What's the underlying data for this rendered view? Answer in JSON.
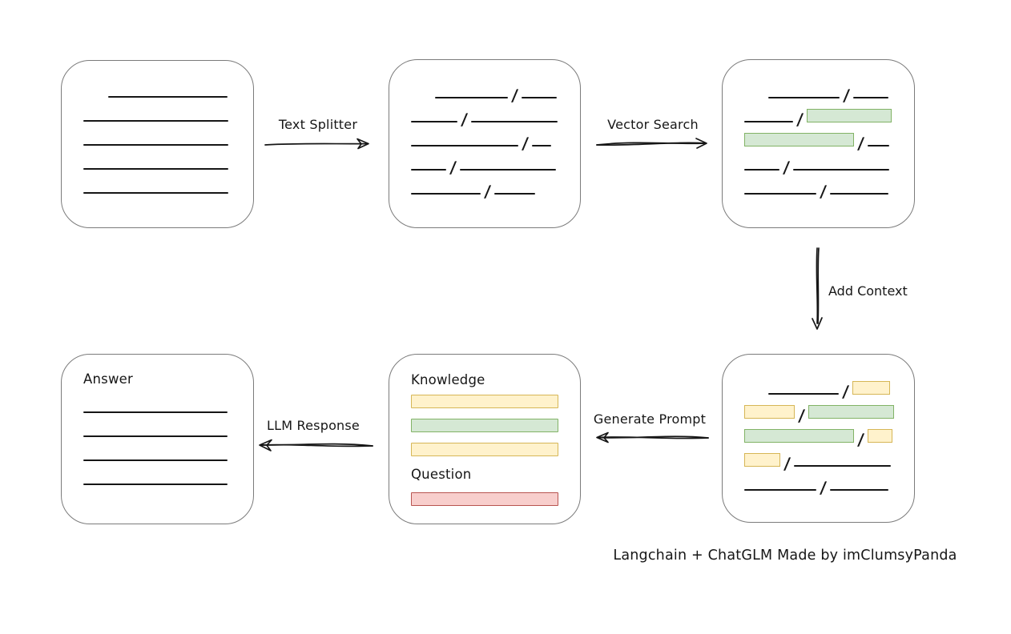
{
  "caption": "Langchain + ChatGLM Made by imClumsyPanda",
  "colors": {
    "green_fill": "#d5e8d4",
    "green_stroke": "#82b366",
    "yellow_fill": "#fff2cc",
    "yellow_stroke": "#d6b656",
    "red_fill": "#f8cecc",
    "red_stroke": "#b85450",
    "box_stroke": "#7b7b7b",
    "line": "#161616"
  },
  "arrows": {
    "text_splitter": {
      "label": "Text Splitter",
      "direction": "right"
    },
    "vector_search": {
      "label": "Vector Search",
      "direction": "right"
    },
    "add_context": {
      "label": "Add Context",
      "direction": "down"
    },
    "generate_prompt": {
      "label": "Generate Prompt",
      "direction": "left"
    },
    "llm_response": {
      "label": "LLM Response",
      "direction": "left"
    }
  },
  "boxes": {
    "document": {
      "rows": [
        {
          "segments": [
            {
              "t": "line",
              "w": 149,
              "ml": 31
            }
          ]
        },
        {
          "segments": [
            {
              "t": "line",
              "w": 181
            }
          ]
        },
        {
          "segments": [
            {
              "t": "line",
              "w": 181
            }
          ]
        },
        {
          "segments": [
            {
              "t": "line",
              "w": 181
            }
          ]
        },
        {
          "segments": [
            {
              "t": "line",
              "w": 181
            }
          ]
        }
      ]
    },
    "split_text": {
      "rows": [
        {
          "segments": [
            {
              "t": "line",
              "w": 91,
              "ml": 30
            },
            {
              "t": "line",
              "w": 44
            }
          ]
        },
        {
          "segments": [
            {
              "t": "line",
              "w": 58
            },
            {
              "t": "line",
              "w": 108
            }
          ]
        },
        {
          "segments": [
            {
              "t": "line",
              "w": 134
            },
            {
              "t": "line",
              "w": 24
            }
          ]
        },
        {
          "segments": [
            {
              "t": "line",
              "w": 44
            },
            {
              "t": "line",
              "w": 120
            }
          ]
        },
        {
          "segments": [
            {
              "t": "line",
              "w": 87
            },
            {
              "t": "line",
              "w": 51
            }
          ]
        }
      ]
    },
    "vector_result": {
      "rows": [
        {
          "segments": [
            {
              "t": "line",
              "w": 89,
              "ml": 30
            },
            {
              "t": "line",
              "w": 44
            }
          ]
        },
        {
          "segments": [
            {
              "t": "line",
              "w": 61
            },
            {
              "t": "green",
              "w": 106
            }
          ]
        },
        {
          "segments": [
            {
              "t": "green",
              "w": 137
            },
            {
              "t": "line",
              "w": 27
            }
          ]
        },
        {
          "segments": [
            {
              "t": "line",
              "w": 44
            },
            {
              "t": "line",
              "w": 120
            }
          ]
        },
        {
          "segments": [
            {
              "t": "line",
              "w": 90
            },
            {
              "t": "line",
              "w": 73
            }
          ]
        }
      ]
    },
    "context": {
      "rows": [
        {
          "segments": [
            {
              "t": "line",
              "w": 88,
              "ml": 30
            },
            {
              "t": "yellow",
              "w": 47
            }
          ]
        },
        {
          "segments": [
            {
              "t": "yellow",
              "w": 63
            },
            {
              "t": "green",
              "w": 107
            }
          ]
        },
        {
          "segments": [
            {
              "t": "green",
              "w": 137
            },
            {
              "t": "yellow",
              "w": 31
            }
          ]
        },
        {
          "segments": [
            {
              "t": "yellow",
              "w": 45
            },
            {
              "t": "line",
              "w": 121
            }
          ]
        },
        {
          "segments": [
            {
              "t": "line",
              "w": 90
            },
            {
              "t": "line",
              "w": 73
            }
          ]
        }
      ]
    },
    "prompt": {
      "knowledge_label": "Knowledge",
      "question_label": "Question",
      "knowledge_bars": [
        "yellow",
        "green",
        "yellow"
      ],
      "question_bars": [
        "red"
      ]
    },
    "answer": {
      "label": "Answer",
      "rows": [
        {
          "segments": [
            {
              "t": "line",
              "w": 180
            }
          ]
        },
        {
          "segments": [
            {
              "t": "line",
              "w": 180
            }
          ]
        },
        {
          "segments": [
            {
              "t": "line",
              "w": 180
            }
          ]
        },
        {
          "segments": [
            {
              "t": "line",
              "w": 180
            }
          ]
        }
      ]
    }
  }
}
